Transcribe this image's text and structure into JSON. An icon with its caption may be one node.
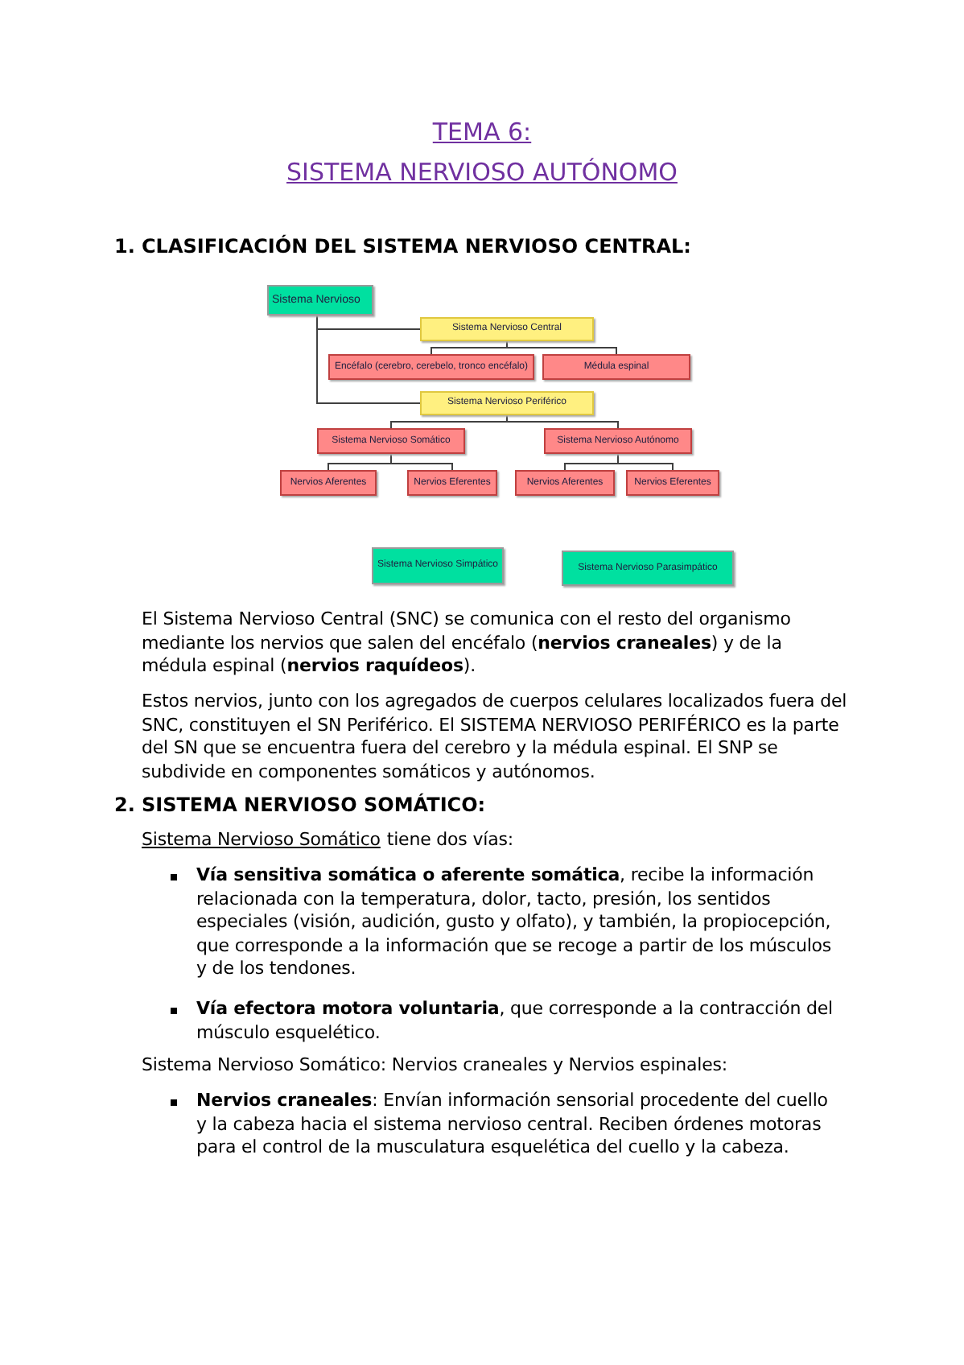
{
  "diagram": {
    "nodes": [
      {
        "text": [
          "Sistema Nervioso"
        ]
      },
      {
        "text": [
          "Sistema Nervioso Central"
        ]
      },
      {
        "text": [
          "Encéfalo (cerebro, cerebelo, tronco encéfalo)"
        ]
      },
      {
        "text": [
          "Médula espinal"
        ]
      },
      {
        "text": [
          "Sistema Nervioso Periférico"
        ]
      },
      {
        "text": [
          "Sistema Nervioso Somático"
        ]
      },
      {
        "text": [
          "Sistema Nervioso Autónomo"
        ]
      },
      {
        "text": [
          "Nervios Aferentes"
        ]
      },
      {
        "text": [
          "Nervios Eferentes"
        ]
      },
      {
        "text": [
          "Nervios Aferentes"
        ]
      },
      {
        "text": [
          "Nervios Eferentes"
        ]
      },
      {
        "text": [
          "Sistema Nervioso Simpático"
        ]
      },
      {
        "text": [
          "Sistema Nervioso Parasimpático"
        ]
      }
    ],
    "edges": [
      {
        "from": 0,
        "to": 1,
        "arrow": "none"
      },
      {
        "from": 0,
        "to": 4,
        "arrow": "none"
      },
      {
        "from": 1,
        "to": 2,
        "arrow": "none"
      },
      {
        "from": 1,
        "to": 3,
        "arrow": "none"
      },
      {
        "from": 4,
        "to": 5,
        "arrow": "none"
      },
      {
        "from": 4,
        "to": 6,
        "arrow": "none"
      },
      {
        "from": 5,
        "to": 7,
        "arrow": "none"
      },
      {
        "from": 5,
        "to": 8,
        "arrow": "none"
      },
      {
        "from": 6,
        "to": 9,
        "arrow": "none"
      },
      {
        "from": 6,
        "to": 10,
        "arrow": "none"
      }
    ],
    "labels": [
      "TEMA 6:",
      "SISTEMA NERVIOSO AUTÓNOMO",
      "1.",
      "CLASIFICACIÓN DEL SISTEMA NERVIOSO CENTRAL:",
      "El Sistema Nervioso Central (SNC) se comunica con el resto del organismo mediante los nervios que salen del encéfalo (**nervios craneales**) y de la médula espinal (**nervios raquídeos**).",
      "Estos nervios, junto con los agregados de cuerpos celulares localizados fuera del SNC, constituyen el SN Periférico. El SISTEMA NERVIOSO PERIFÉRICO es la parte del SN que se encuentra fuera del cerebro y la médula espinal. El SNP se subdivide en componentes somáticos y autónomos.",
      "2.",
      "SISTEMA NERVIOSO SOMÁTICO:",
      "Sistema Nervioso Somático",
      "tiene dos vías:",
      "**Vía sensitiva somática o aferente somática**, recibe la información relacionada con la temperatura, dolor, tacto, presión, los sentidos especiales (visión, audición, gusto y olfato), y también, la propiocepción, que corresponde a la información que se recoge a partir de los músculos y de los tendones.",
      "**Vía efectora motora voluntaria**, que corresponde a la contracción del músculo esquelético.",
      "Sistema Nervioso Somático: Nervios craneales y Nervios espinales:",
      "**Nervios craneales**: Envían información sensorial procedente del cuello y la cabeza hacia el sistema nervioso central. Reciben órdenes motoras para el control de la musculatura esquelética del cuello y la cabeza."
    ]
  }
}
